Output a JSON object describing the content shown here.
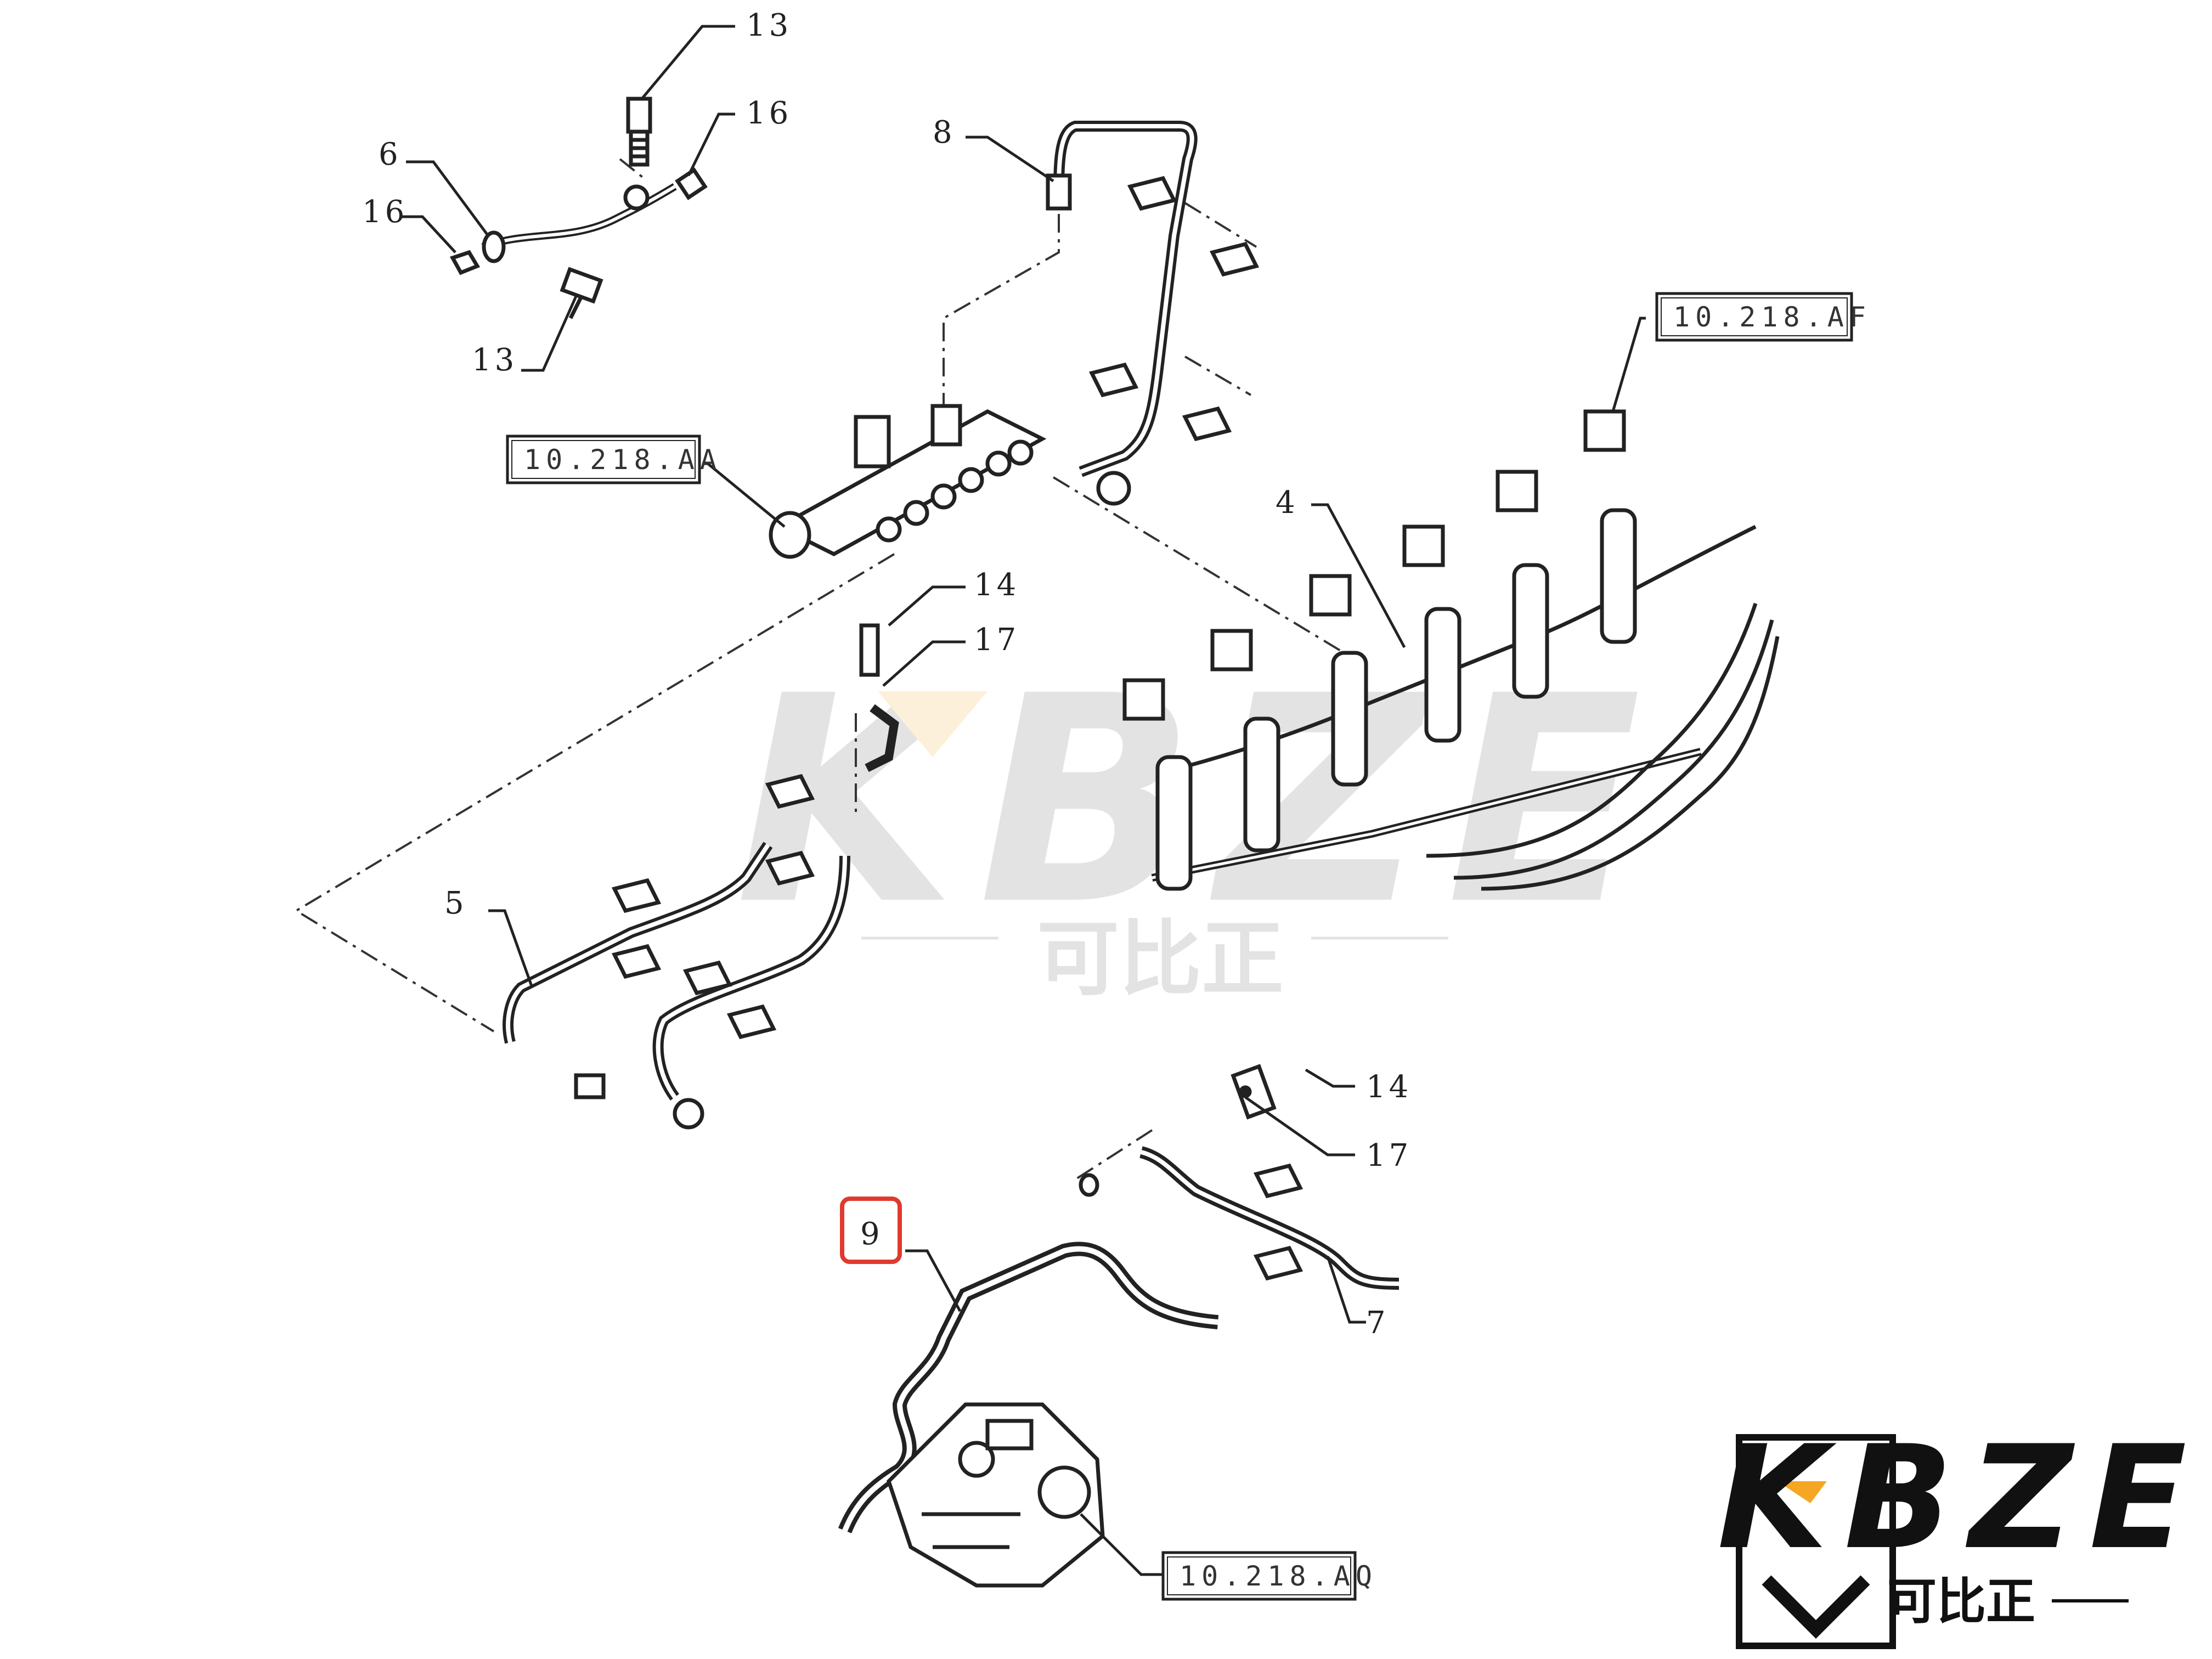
{
  "diagram": {
    "callouts": {
      "c13_top": "13",
      "c16_right": "16",
      "c6": "6",
      "c16_left": "16",
      "c13_bottom": "13",
      "c8": "8",
      "c4": "4",
      "c14_mid": "14",
      "c17_mid": "17",
      "c5": "5",
      "c14_low": "14",
      "c17_low": "17",
      "c7": "7",
      "c9": "9"
    },
    "references": {
      "rail": "10.218.AA",
      "injectors": "10.218.AF",
      "pump": "10.218.AQ"
    },
    "highlight_color": "#e03a2e"
  },
  "watermark": {
    "logo_text": "KBZE",
    "chinese_text": "可比正",
    "accent_color": "#f5a623"
  },
  "brand_logo": {
    "logo_text": "KBZE",
    "chinese_text": "可比正",
    "accent_color": "#f5a623"
  }
}
